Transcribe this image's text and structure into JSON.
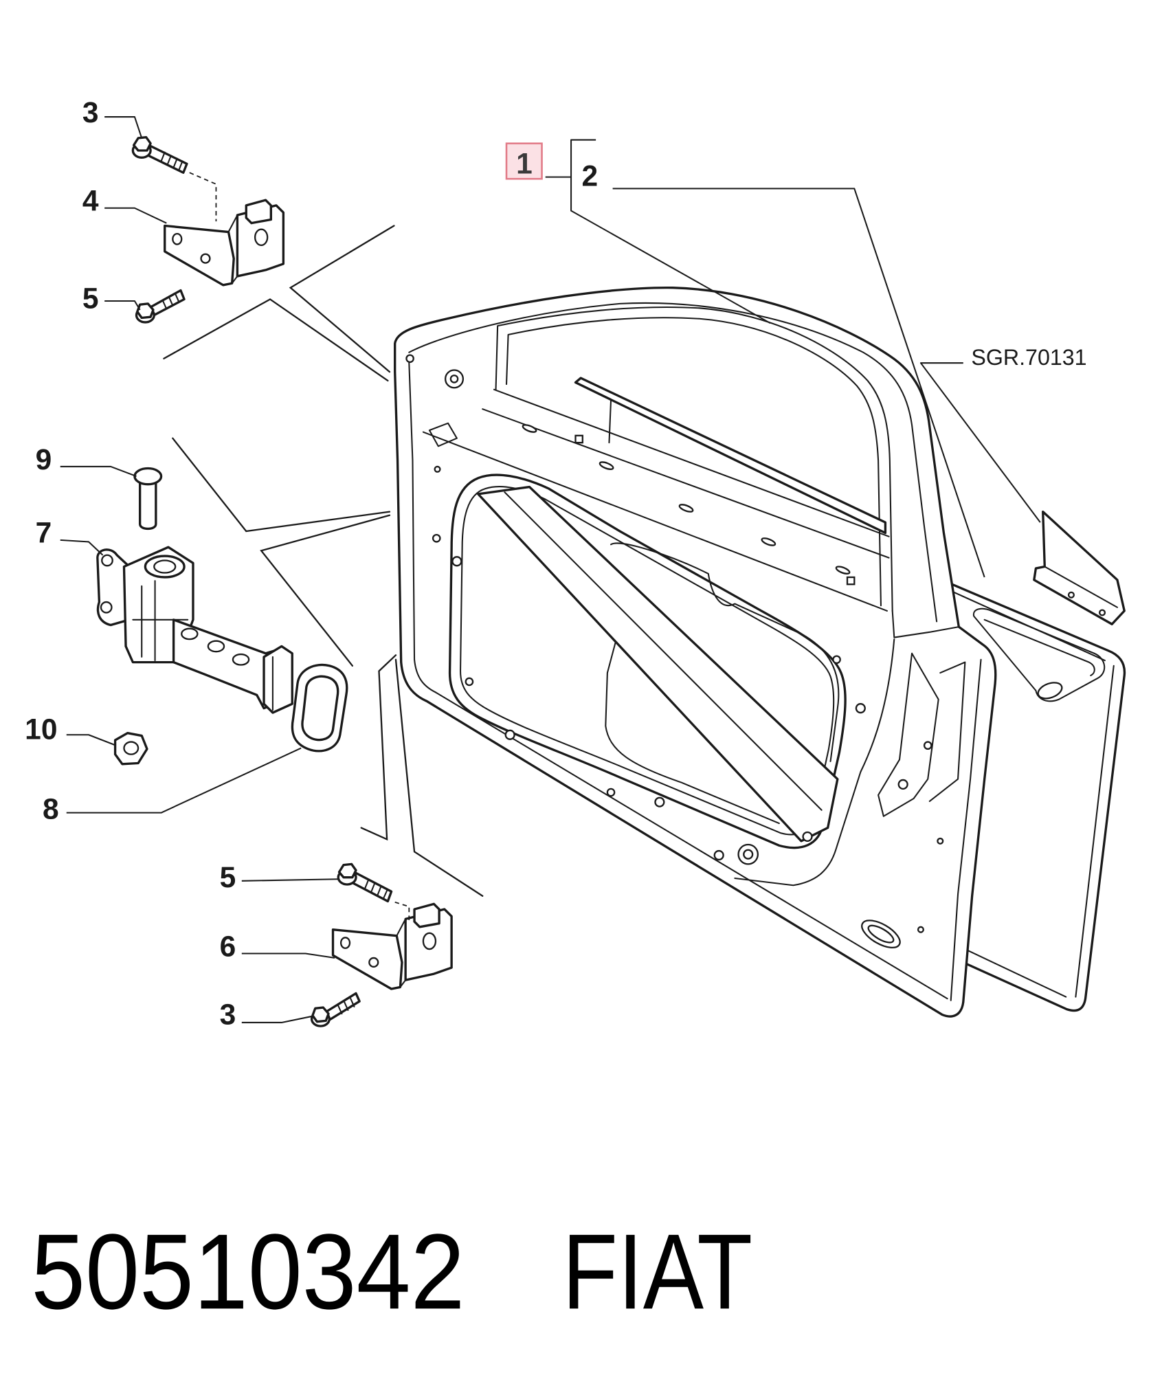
{
  "diagram": {
    "reference_code": "SGR.70131",
    "highlight": {
      "fill": "#fbe1e5",
      "stroke": "#e27b88"
    },
    "callouts": [
      {
        "label": "3"
      },
      {
        "label": "4"
      },
      {
        "label": "5"
      },
      {
        "label": "9"
      },
      {
        "label": "7"
      },
      {
        "label": "10"
      },
      {
        "label": "8"
      },
      {
        "label": "5"
      },
      {
        "label": "6"
      },
      {
        "label": "3"
      },
      {
        "label": "1",
        "highlighted": true
      },
      {
        "label": "2"
      }
    ]
  },
  "footer": {
    "part_number": "50510342",
    "brand": "FIAT"
  }
}
